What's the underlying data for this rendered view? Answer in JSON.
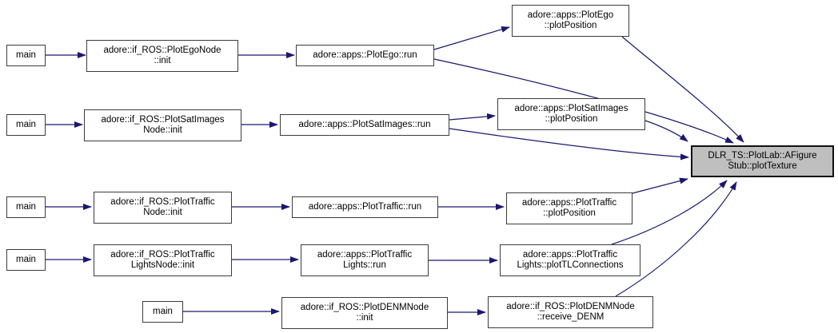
{
  "diagram": {
    "type": "doxygen-call-graph",
    "highlighted_node": "DLR_TS::PlotLab::AFigureStub::plotTexture",
    "colors": {
      "edge": "#191970",
      "node_fill": "#ffffff",
      "node_border": "#3c3c3c",
      "highlight_fill": "#bfbfbf",
      "highlight_border": "#111111",
      "text": "#000000",
      "background": "#ffffff"
    },
    "nodes": [
      {
        "id": "main-1",
        "label": "main"
      },
      {
        "id": "plotegonode-init",
        "label": "adore::if_ROS::PlotEgoNode\n::init"
      },
      {
        "id": "plotego-run",
        "label": "adore::apps::PlotEgo::run"
      },
      {
        "id": "plotego-plotposition",
        "label": "adore::apps::PlotEgo\n::plotPosition"
      },
      {
        "id": "main-2",
        "label": "main"
      },
      {
        "id": "plotsatimagesnode-init",
        "label": "adore::if_ROS::PlotSatImages\nNode::init"
      },
      {
        "id": "plotsatimages-run",
        "label": "adore::apps::PlotSatImages::run"
      },
      {
        "id": "plotsatimages-plotposition",
        "label": "adore::apps::PlotSatImages\n::plotPosition"
      },
      {
        "id": "plottexture",
        "label": "DLR_TS::PlotLab::AFigure\nStub::plotTexture",
        "highlighted": true
      },
      {
        "id": "main-3",
        "label": "main"
      },
      {
        "id": "plottrafficnode-init",
        "label": "adore::if_ROS::PlotTraffic\nNode::init"
      },
      {
        "id": "plottraffic-run",
        "label": "adore::apps::PlotTraffic::run"
      },
      {
        "id": "plottraffic-plotposition",
        "label": "adore::apps::PlotTraffic\n::plotPosition"
      },
      {
        "id": "main-4",
        "label": "main"
      },
      {
        "id": "plottrafficlightsnode-init",
        "label": "adore::if_ROS::PlotTraffic\nLightsNode::init"
      },
      {
        "id": "plottrafficlights-run",
        "label": "adore::apps::PlotTraffic\nLights::run"
      },
      {
        "id": "plottrafficlights-plottlconnections",
        "label": "adore::apps::PlotTraffic\nLights::plotTLConnections"
      },
      {
        "id": "main-5",
        "label": "main"
      },
      {
        "id": "plotdenmnode-init",
        "label": "adore::if_ROS::PlotDENMNode\n::init"
      },
      {
        "id": "plotdenmnode-receive-denm",
        "label": "adore::if_ROS::PlotDENMNode\n::receive_DENM"
      }
    ],
    "edges": [
      {
        "from": "main-1",
        "to": "plotegonode-init"
      },
      {
        "from": "plotegonode-init",
        "to": "plotego-run"
      },
      {
        "from": "plotego-run",
        "to": "plotego-plotposition"
      },
      {
        "from": "plotego-run",
        "to": "plottexture"
      },
      {
        "from": "plotego-plotposition",
        "to": "plottexture"
      },
      {
        "from": "main-2",
        "to": "plotsatimagesnode-init"
      },
      {
        "from": "plotsatimagesnode-init",
        "to": "plotsatimages-run"
      },
      {
        "from": "plotsatimages-run",
        "to": "plotsatimages-plotposition"
      },
      {
        "from": "plotsatimages-run",
        "to": "plottexture"
      },
      {
        "from": "plotsatimages-plotposition",
        "to": "plottexture"
      },
      {
        "from": "main-3",
        "to": "plottrafficnode-init"
      },
      {
        "from": "plottrafficnode-init",
        "to": "plottraffic-run"
      },
      {
        "from": "plottraffic-run",
        "to": "plottraffic-plotposition"
      },
      {
        "from": "plottraffic-plotposition",
        "to": "plottexture"
      },
      {
        "from": "main-4",
        "to": "plottrafficlightsnode-init"
      },
      {
        "from": "plottrafficlightsnode-init",
        "to": "plottrafficlights-run"
      },
      {
        "from": "plottrafficlights-run",
        "to": "plottrafficlights-plottlconnections"
      },
      {
        "from": "plottrafficlights-plottlconnections",
        "to": "plottexture"
      },
      {
        "from": "main-5",
        "to": "plotdenmnode-init"
      },
      {
        "from": "plotdenmnode-init",
        "to": "plotdenmnode-receive-denm"
      },
      {
        "from": "plotdenmnode-receive-denm",
        "to": "plottexture"
      }
    ]
  }
}
